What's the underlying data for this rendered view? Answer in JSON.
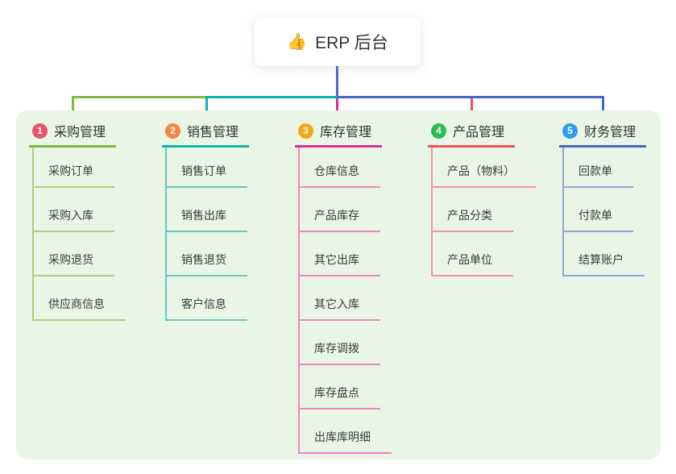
{
  "root": {
    "icon": "👍",
    "label": "ERP 后台"
  },
  "colors": {
    "page_bg": "#ffffff",
    "panel_bg": "#e9f6e6",
    "trunk_line": "#5566c8",
    "text": "#333333"
  },
  "branches": [
    {
      "badge": "1",
      "label": "采购管理",
      "badge_color": "#e95468",
      "line_color": "#7cb93f",
      "child_line_color": "#a9d07e",
      "children": [
        "采购订单",
        "采购入库",
        "采购退货",
        "供应商信息"
      ]
    },
    {
      "badge": "2",
      "label": "销售管理",
      "badge_color": "#f58540",
      "line_color": "#12b2a6",
      "child_line_color": "#66c8c0",
      "children": [
        "销售订单",
        "销售出库",
        "销售退货",
        "客户信息"
      ]
    },
    {
      "badge": "3",
      "label": "库存管理",
      "badge_color": "#f5a716",
      "line_color": "#d62f96",
      "child_line_color": "#ef84c2",
      "children": [
        "仓库信息",
        "产品库存",
        "其它出库",
        "其它入库",
        "库存调拨",
        "库存盘点",
        "出库库明细"
      ]
    },
    {
      "badge": "4",
      "label": "产品管理",
      "badge_color": "#2cba53",
      "line_color": "#ef5058",
      "child_line_color": "#f59597",
      "children": [
        "产品（物料）",
        "产品分类",
        "产品单位"
      ]
    },
    {
      "badge": "5",
      "label": "财务管理",
      "badge_color": "#2f9cf0",
      "line_color": "#4165cd",
      "child_line_color": "#8fa6db",
      "children": [
        "回款单",
        "付款单",
        "结算账户"
      ]
    }
  ]
}
